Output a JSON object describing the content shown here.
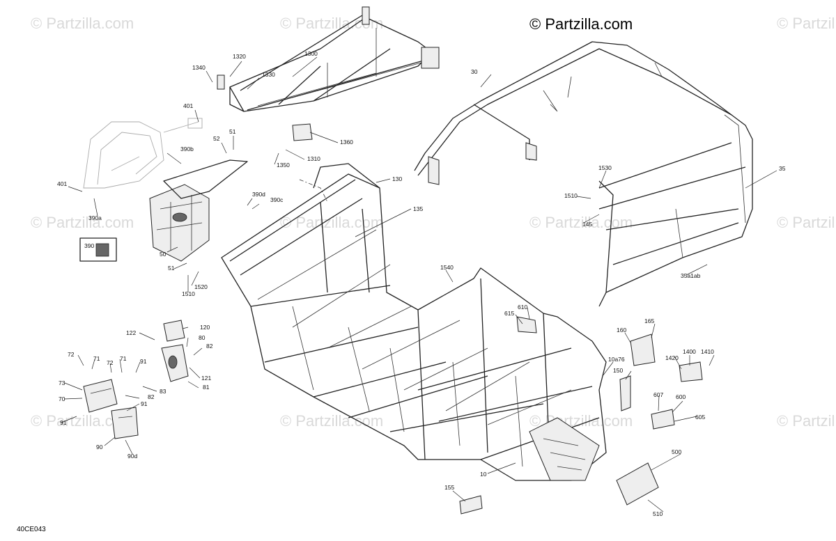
{
  "copyright": "© Partzilla.com",
  "watermark": "© Partzilla.com",
  "diagram_code": "40CE043",
  "callouts": [
    {
      "id": "c1300",
      "text": "1300"
    },
    {
      "id": "c1320",
      "text": "1320"
    },
    {
      "id": "c1340",
      "text": "1340"
    },
    {
      "id": "c1330",
      "text": "1330"
    },
    {
      "id": "c1360",
      "text": "1360"
    },
    {
      "id": "c1310",
      "text": "1310"
    },
    {
      "id": "c1350",
      "text": "1350"
    },
    {
      "id": "c401a",
      "text": "401"
    },
    {
      "id": "c401b",
      "text": "401"
    },
    {
      "id": "c390b",
      "text": "390b"
    },
    {
      "id": "c51a",
      "text": "51"
    },
    {
      "id": "c52",
      "text": "52"
    },
    {
      "id": "c390d",
      "text": "390d"
    },
    {
      "id": "c390c",
      "text": "390c"
    },
    {
      "id": "c390a",
      "text": "390a"
    },
    {
      "id": "c390",
      "text": "390"
    },
    {
      "id": "c50",
      "text": "50"
    },
    {
      "id": "c51b",
      "text": "51"
    },
    {
      "id": "c1520",
      "text": "1520"
    },
    {
      "id": "c1510a",
      "text": "1510"
    },
    {
      "id": "c130",
      "text": "130"
    },
    {
      "id": "c135",
      "text": "135"
    },
    {
      "id": "c30",
      "text": "30"
    },
    {
      "id": "c1530",
      "text": "1530"
    },
    {
      "id": "c1510b",
      "text": "1510"
    },
    {
      "id": "c35",
      "text": "35"
    },
    {
      "id": "c145",
      "text": "145"
    },
    {
      "id": "c35a1ab",
      "text": "35a1ab"
    },
    {
      "id": "c1540",
      "text": "1540"
    },
    {
      "id": "c615",
      "text": "615"
    },
    {
      "id": "c610",
      "text": "610"
    },
    {
      "id": "c160",
      "text": "160"
    },
    {
      "id": "c165",
      "text": "165"
    },
    {
      "id": "c1400",
      "text": "1400"
    },
    {
      "id": "c1410",
      "text": "1410"
    },
    {
      "id": "c1420",
      "text": "1420"
    },
    {
      "id": "c10a76",
      "text": "10a76"
    },
    {
      "id": "c150",
      "text": "150"
    },
    {
      "id": "c607",
      "text": "607"
    },
    {
      "id": "c600",
      "text": "600"
    },
    {
      "id": "c605",
      "text": "605"
    },
    {
      "id": "c500",
      "text": "500"
    },
    {
      "id": "c510",
      "text": "510"
    },
    {
      "id": "c155",
      "text": "155"
    },
    {
      "id": "c10",
      "text": "10"
    },
    {
      "id": "c122",
      "text": "122"
    },
    {
      "id": "c120",
      "text": "120"
    },
    {
      "id": "c80",
      "text": "80"
    },
    {
      "id": "c82a",
      "text": "82"
    },
    {
      "id": "c121",
      "text": "121"
    },
    {
      "id": "c81",
      "text": "81"
    },
    {
      "id": "c83",
      "text": "83"
    },
    {
      "id": "c82b",
      "text": "82"
    },
    {
      "id": "c91a",
      "text": "91"
    },
    {
      "id": "c91b",
      "text": "91"
    },
    {
      "id": "c91c",
      "text": "91"
    },
    {
      "id": "c72a",
      "text": "72"
    },
    {
      "id": "c71a",
      "text": "71"
    },
    {
      "id": "c72b",
      "text": "72"
    },
    {
      "id": "c71b",
      "text": "71"
    },
    {
      "id": "c73",
      "text": "73"
    },
    {
      "id": "c70",
      "text": "70"
    },
    {
      "id": "c90",
      "text": "90"
    },
    {
      "id": "c90d",
      "text": "90d"
    }
  ]
}
